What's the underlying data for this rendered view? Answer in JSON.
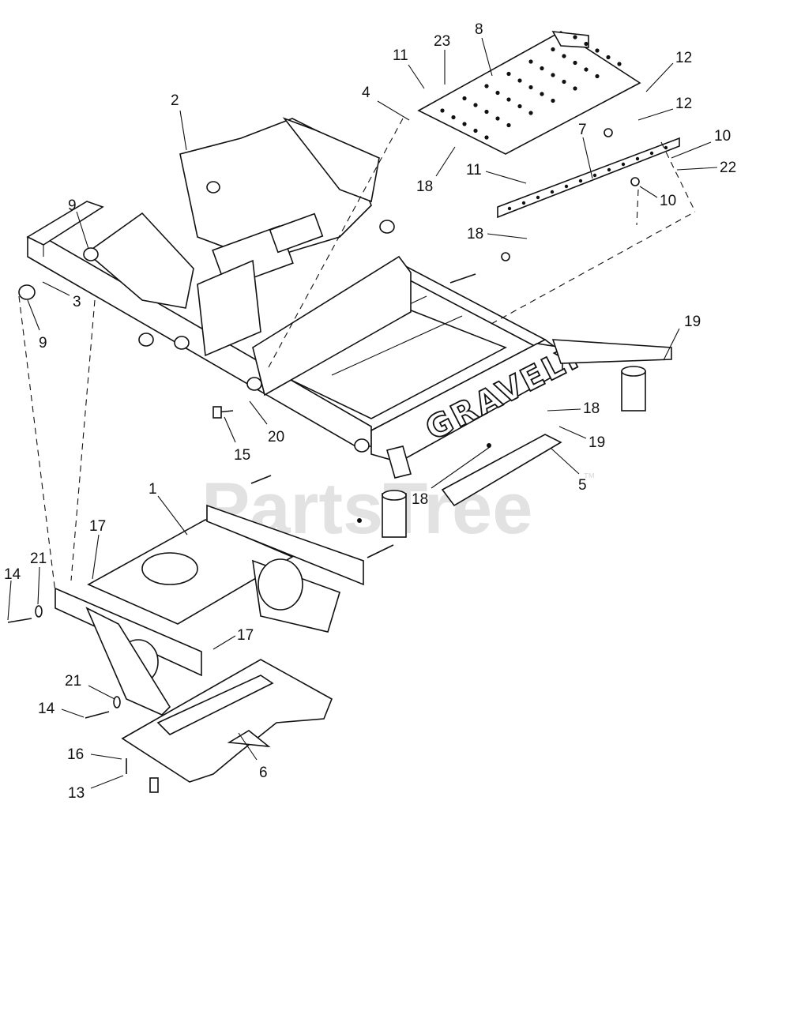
{
  "watermark": {
    "text": "PartsTree",
    "trademark": "™"
  },
  "brand_decal": "GRAVELY",
  "callouts": [
    {
      "id": "c-2",
      "text": "2"
    },
    {
      "id": "c-9a",
      "text": "9"
    },
    {
      "id": "c-3",
      "text": "3"
    },
    {
      "id": "c-9b",
      "text": "9"
    },
    {
      "id": "c-4",
      "text": "4"
    },
    {
      "id": "c-11a",
      "text": "11"
    },
    {
      "id": "c-23",
      "text": "23"
    },
    {
      "id": "c-8",
      "text": "8"
    },
    {
      "id": "c-12a",
      "text": "12"
    },
    {
      "id": "c-12b",
      "text": "12"
    },
    {
      "id": "c-10a",
      "text": "10"
    },
    {
      "id": "c-7",
      "text": "7"
    },
    {
      "id": "c-22",
      "text": "22"
    },
    {
      "id": "c-11b",
      "text": "11"
    },
    {
      "id": "c-10b",
      "text": "10"
    },
    {
      "id": "c-18a",
      "text": "18"
    },
    {
      "id": "c-18b",
      "text": "18"
    },
    {
      "id": "c-19a",
      "text": "19"
    },
    {
      "id": "c-18c",
      "text": "18"
    },
    {
      "id": "c-19b",
      "text": "19"
    },
    {
      "id": "c-15",
      "text": "15"
    },
    {
      "id": "c-20",
      "text": "20"
    },
    {
      "id": "c-5",
      "text": "5"
    },
    {
      "id": "c-18d",
      "text": "18"
    },
    {
      "id": "c-1",
      "text": "1"
    },
    {
      "id": "c-17a",
      "text": "17"
    },
    {
      "id": "c-21a",
      "text": "21"
    },
    {
      "id": "c-14a",
      "text": "14"
    },
    {
      "id": "c-17b",
      "text": "17"
    },
    {
      "id": "c-21b",
      "text": "21"
    },
    {
      "id": "c-14b",
      "text": "14"
    },
    {
      "id": "c-16",
      "text": "16"
    },
    {
      "id": "c-13",
      "text": "13"
    },
    {
      "id": "c-6",
      "text": "6"
    }
  ]
}
